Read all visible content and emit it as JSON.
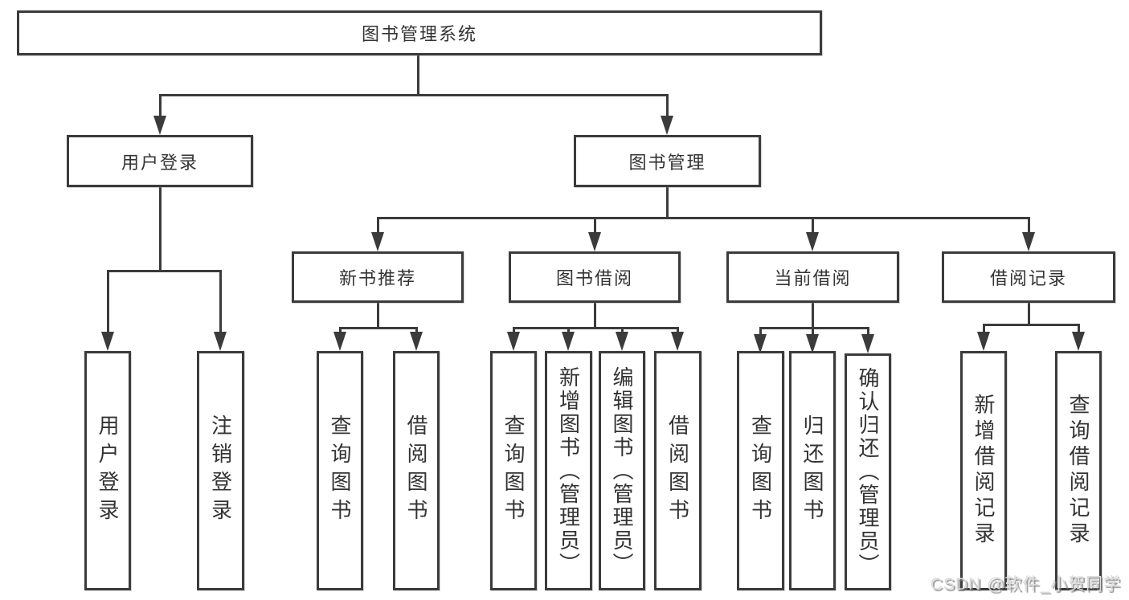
{
  "diagram": {
    "root": {
      "label": "图书管理系统"
    },
    "level2": [
      {
        "label": "用户登录"
      },
      {
        "label": "图书管理"
      }
    ],
    "level3": [
      {
        "label": "新书推荐"
      },
      {
        "label": "图书借阅"
      },
      {
        "label": "当前借阅"
      },
      {
        "label": "借阅记录"
      }
    ],
    "leaves": [
      {
        "label": "用户登录"
      },
      {
        "label": "注销登录"
      },
      {
        "label": "查询图书"
      },
      {
        "label": "借阅图书"
      },
      {
        "label": "查询图书"
      },
      {
        "label": "新增图书（管理员）"
      },
      {
        "label": "编辑图书（管理员）"
      },
      {
        "label": "借阅图书"
      },
      {
        "label": "查询图书"
      },
      {
        "label": "归还图书"
      },
      {
        "label": "确认归还（管理员）"
      },
      {
        "label": "新增借阅记录"
      },
      {
        "label": "查询借阅记录"
      }
    ]
  },
  "watermark": {
    "text": "CSDN @软件_小贺同学"
  },
  "colors": {
    "line": "#3b3b3b",
    "text": "#333333",
    "background": "#ffffff",
    "watermark": "#dcdcdc"
  }
}
